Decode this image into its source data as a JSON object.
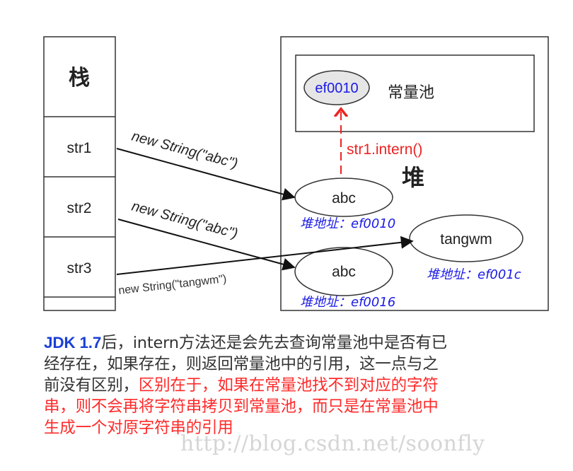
{
  "stack": {
    "title": "栈",
    "cells": [
      "str1",
      "str2",
      "str3"
    ]
  },
  "heap": {
    "title": "堆",
    "constant_pool": {
      "label": "常量池",
      "entry": "ef0010"
    },
    "objects": [
      {
        "value": "abc",
        "address": "堆地址：ef0010"
      },
      {
        "value": "abc",
        "address": "堆地址：ef0016"
      },
      {
        "value": "tangwm",
        "address": "堆地址：ef001c"
      }
    ],
    "intern_call": "str1.intern()"
  },
  "arrows": {
    "str1": "new String(\"abc\")",
    "str2": "new String(\"abc\")",
    "str3": "new String(\"tangwm\")"
  },
  "caption": {
    "lead": "JDK 1.7",
    "line1_rest": "后，intern方法还是会先去查询常量池中是否有已",
    "line2": "经存在，如果存在，则返回常量池中的引用，这一点与之",
    "line3_plain": "前没有区别，",
    "line3_red": "区别在于，如果在常量池找不到对应的字符",
    "line4_red": "串，则不会再将字符串拷贝到常量池，而只是在常量池中",
    "line5_red": "生成一个对原字符串的引用"
  },
  "watermark": "http://blog.csdn.net/soonfly",
  "colors": {
    "line": "#333333",
    "blue_text": "#1a1ae6",
    "red": "#ee2222",
    "pool_entry_fill": "#e6e6e6"
  }
}
